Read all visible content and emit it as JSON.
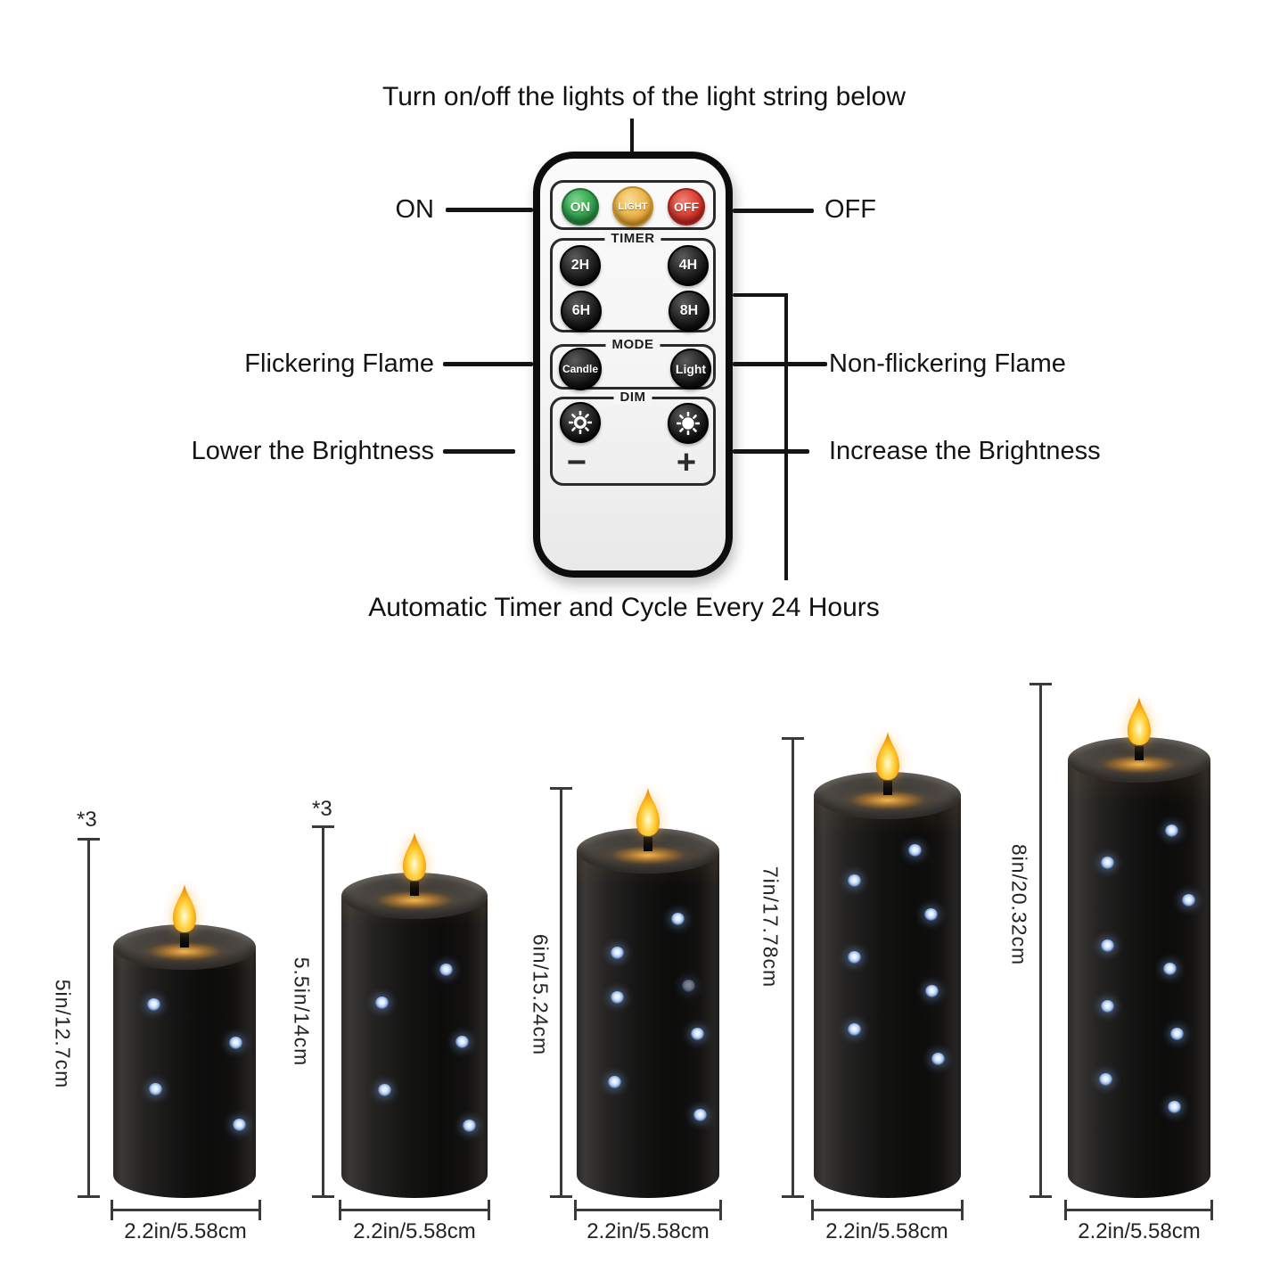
{
  "title": "Turn on/off the lights of the light string below",
  "caption": "Automatic Timer and Cycle Every 24 Hours",
  "callouts": {
    "on": "ON",
    "off": "OFF",
    "flickering": "Flickering Flame",
    "non_flickering": "Non-flickering Flame",
    "lower": "Lower the Brightness",
    "increase": "Increase the Brightness"
  },
  "remote": {
    "power": {
      "on": "ON",
      "light": "LIGHT",
      "off": "OFF"
    },
    "timer": {
      "legend": "TIMER",
      "buttons": [
        "2H",
        "4H",
        "6H",
        "8H"
      ]
    },
    "mode": {
      "legend": "MODE",
      "candle": "Candle",
      "light": "Light"
    },
    "dim": {
      "legend": "DIM",
      "minus": "−",
      "plus": "+",
      "icons": [
        "sun-dim-icon",
        "sun-bright-icon"
      ]
    }
  },
  "candles": [
    {
      "qty": "*3",
      "height": "5in/12.7cm",
      "width": "2.2in/5.58cm",
      "led_dots": 4
    },
    {
      "qty": "*3",
      "height": "5.5in/14cm",
      "width": "2.2in/5.58cm",
      "led_dots": 5
    },
    {
      "qty": "",
      "height": "6in/15.24cm",
      "width": "2.2in/5.58cm",
      "led_dots": 7
    },
    {
      "qty": "",
      "height": "7in/17.78cm",
      "width": "2.2in/5.58cm",
      "led_dots": 7
    },
    {
      "qty": "",
      "height": "8in/20.32cm",
      "width": "2.2in/5.58cm",
      "led_dots": 9
    }
  ],
  "colors": {
    "on_button_green": "#2f9e4c",
    "light_button_amber": "#e9a93c",
    "off_button_red": "#d93029",
    "flame_amber": "#f5a623",
    "led_dot_blue": "#bcd9ff",
    "candle_black": "#121212"
  }
}
